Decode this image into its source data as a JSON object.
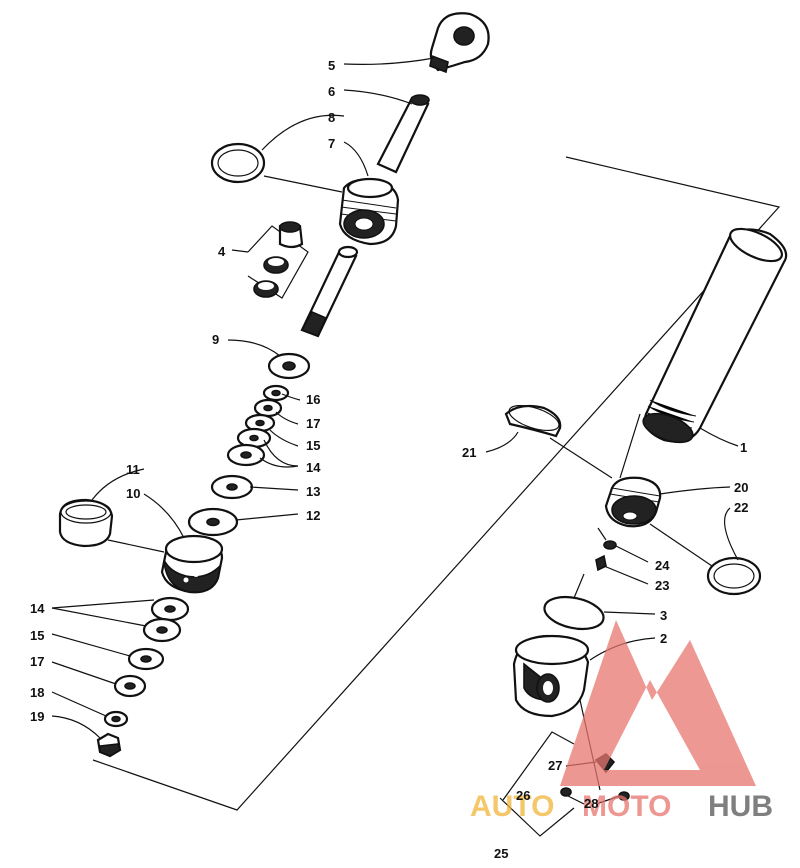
{
  "callouts": {
    "p1": "1",
    "p2": "2",
    "p3": "3",
    "p4": "4",
    "p5": "5",
    "p6": "6",
    "p7": "7",
    "p8": "8",
    "p9": "9",
    "p10": "10",
    "p11": "11",
    "p12": "12",
    "p13": "13",
    "p14a": "14",
    "p14b": "14",
    "p15a": "15",
    "p15b": "15",
    "p16": "16",
    "p17a": "17",
    "p17b": "17",
    "p18": "18",
    "p19": "19",
    "p20": "20",
    "p21": "21",
    "p22": "22",
    "p23": "23",
    "p24": "24",
    "p25": "25",
    "p26": "26",
    "p27": "27",
    "p28": "28"
  },
  "watermark": {
    "auto": "AUTO",
    "moto": "MOTO",
    "hub": "HUB",
    "colors": {
      "primary": "#e8756f",
      "accent": "#f2b53a",
      "dark": "#555555"
    }
  }
}
